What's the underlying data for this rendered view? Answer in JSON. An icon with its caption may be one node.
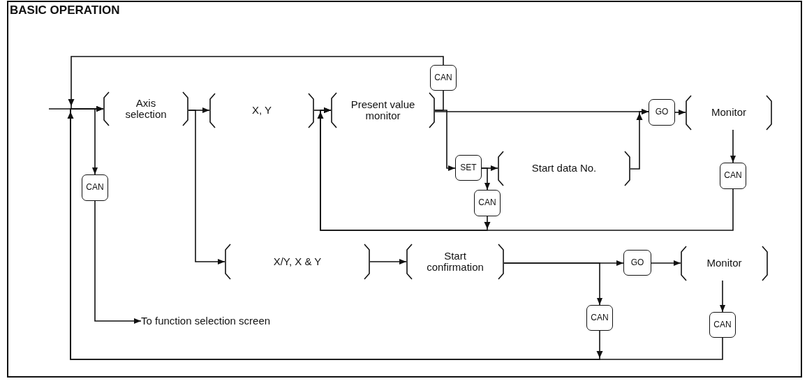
{
  "diagram": {
    "title": "BASIC OPERATION",
    "nodes": [
      {
        "text": [
          "Axis selection"
        ]
      },
      {
        "text": [
          "X, Y"
        ]
      },
      {
        "text": [
          "Present value monitor"
        ]
      },
      {
        "text": [
          "CAN"
        ]
      },
      {
        "text": [
          "GO"
        ]
      },
      {
        "text": [
          "Monitor"
        ]
      },
      {
        "text": [
          "CAN"
        ]
      },
      {
        "text": [
          "SET"
        ]
      },
      {
        "text": [
          "Start data No."
        ]
      },
      {
        "text": [
          "CAN"
        ]
      },
      {
        "text": [
          "CAN"
        ]
      },
      {
        "text": [
          "X/Y, X & Y"
        ]
      },
      {
        "text": [
          "Start confirmation"
        ]
      },
      {
        "text": [
          "GO"
        ]
      },
      {
        "text": [
          "Monitor"
        ]
      },
      {
        "text": [
          "CAN"
        ]
      },
      {
        "text": [
          "CAN"
        ]
      },
      {
        "text": [
          "To function selection screen"
        ]
      }
    ],
    "edges": [
      {
        "from": null,
        "to": 0,
        "arrow": "to"
      },
      {
        "from": 0,
        "to": 1,
        "arrow": "to"
      },
      {
        "from": 0,
        "to": 6,
        "arrow": "to"
      },
      {
        "from": 6,
        "to": 17,
        "arrow": "to"
      },
      {
        "from": 0,
        "to": 11,
        "arrow": "to"
      },
      {
        "from": 1,
        "to": 2,
        "arrow": "to"
      },
      {
        "from": 2,
        "to": 3,
        "arrow": "none"
      },
      {
        "from": 3,
        "to": 0,
        "arrow": "to"
      },
      {
        "from": 2,
        "to": 4,
        "arrow": "to"
      },
      {
        "from": 2,
        "to": 7,
        "arrow": "to"
      },
      {
        "from": 7,
        "to": 8,
        "arrow": "to"
      },
      {
        "from": 7,
        "to": 9,
        "arrow": "to"
      },
      {
        "from": 8,
        "to": 4,
        "arrow": "to"
      },
      {
        "from": 4,
        "to": 5,
        "arrow": "to"
      },
      {
        "from": 5,
        "to": 10,
        "arrow": "to"
      },
      {
        "from": 10,
        "to": 2,
        "arrow": "to"
      },
      {
        "from": 9,
        "to": 2,
        "arrow": "to"
      },
      {
        "from": 11,
        "to": 12,
        "arrow": "to"
      },
      {
        "from": 12,
        "to": 13,
        "arrow": "to"
      },
      {
        "from": 12,
        "to": 15,
        "arrow": "to"
      },
      {
        "from": 13,
        "to": 14,
        "arrow": "to"
      },
      {
        "from": 14,
        "to": 16,
        "arrow": "to"
      },
      {
        "from": 16,
        "to": 0,
        "arrow": "to"
      },
      {
        "from": 15,
        "to": 0,
        "arrow": "to"
      }
    ]
  }
}
